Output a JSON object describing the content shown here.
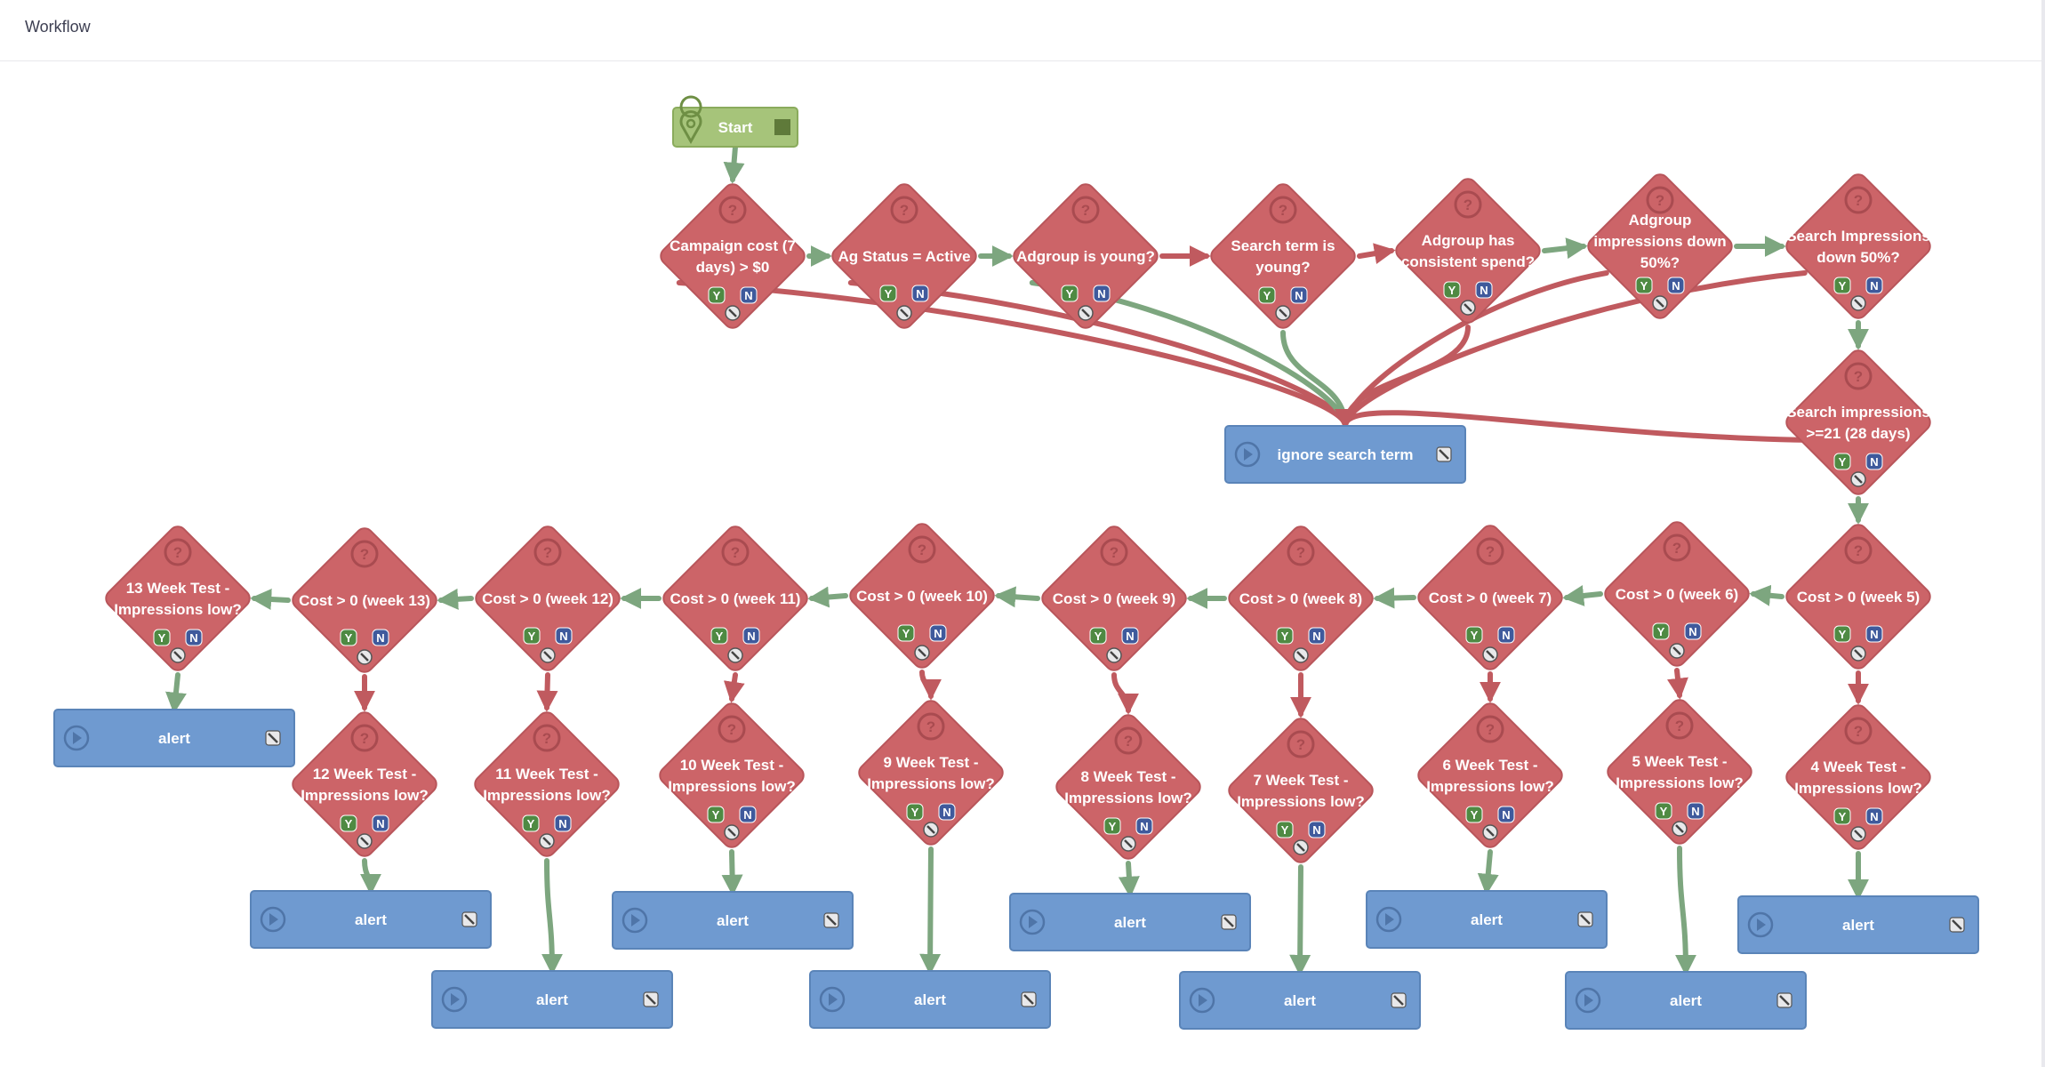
{
  "header": {
    "title": "Workflow"
  },
  "colors": {
    "decision": "#cc6468",
    "decision_stroke": "#b8555a",
    "action": "#6f9ad0",
    "action_stroke": "#5a84b8",
    "start": "#a6c47a",
    "start_stroke": "#8aab5c",
    "edge_yes": "#7da67f",
    "edge_no": "#c05a5f",
    "badge_yes": "#4f8a43",
    "badge_no": "#3f5a9c"
  },
  "badges": {
    "yes": "Y",
    "no": "N",
    "help": "?"
  },
  "start": {
    "label": "Start"
  },
  "decisions": [
    {
      "id": "d1",
      "lines": [
        "Campaign cost (7",
        "days) > $0"
      ]
    },
    {
      "id": "d2",
      "lines": [
        "Ag Status = Active"
      ]
    },
    {
      "id": "d3",
      "lines": [
        "Adgroup is young?"
      ]
    },
    {
      "id": "d4",
      "lines": [
        "Search term is",
        "young?"
      ]
    },
    {
      "id": "d5",
      "lines": [
        "Adgroup has",
        "consistent spend?"
      ]
    },
    {
      "id": "d6",
      "lines": [
        "Adgroup",
        "impressions down",
        "50%?"
      ]
    },
    {
      "id": "d7",
      "lines": [
        "Search Impressions",
        "down 50%?"
      ]
    },
    {
      "id": "d8",
      "lines": [
        "Search impressions",
        ">=21 (28 days)"
      ]
    },
    {
      "id": "c5",
      "lines": [
        "Cost > 0 (week 5)"
      ]
    },
    {
      "id": "c6",
      "lines": [
        "Cost > 0 (week 6)"
      ]
    },
    {
      "id": "c7",
      "lines": [
        "Cost > 0 (week 7)"
      ]
    },
    {
      "id": "c8",
      "lines": [
        "Cost > 0 (week 8)"
      ]
    },
    {
      "id": "c9",
      "lines": [
        "Cost > 0 (week 9)"
      ]
    },
    {
      "id": "c10",
      "lines": [
        "Cost > 0 (week 10)"
      ]
    },
    {
      "id": "c11",
      "lines": [
        "Cost > 0 (week 11)"
      ]
    },
    {
      "id": "c12",
      "lines": [
        "Cost > 0 (week 12)"
      ]
    },
    {
      "id": "c13",
      "lines": [
        "Cost > 0 (week 13)"
      ]
    },
    {
      "id": "t13",
      "lines": [
        "13 Week Test -",
        "Impressions low?"
      ]
    },
    {
      "id": "t4",
      "lines": [
        "4 Week Test -",
        "Impressions low?"
      ]
    },
    {
      "id": "t5",
      "lines": [
        "5 Week Test -",
        "Impressions low?"
      ]
    },
    {
      "id": "t6",
      "lines": [
        "6 Week Test -",
        "Impressions low?"
      ]
    },
    {
      "id": "t7",
      "lines": [
        "7 Week Test -",
        "Impressions low?"
      ]
    },
    {
      "id": "t8",
      "lines": [
        "8 Week Test -",
        "Impressions low?"
      ]
    },
    {
      "id": "t9",
      "lines": [
        "9 Week Test -",
        "Impressions low?"
      ]
    },
    {
      "id": "t10",
      "lines": [
        "10 Week Test -",
        "Impressions low?"
      ]
    },
    {
      "id": "t11",
      "lines": [
        "11 Week Test -",
        "Impressions low?"
      ]
    },
    {
      "id": "t12",
      "lines": [
        "12 Week Test -",
        "Impressions low?"
      ]
    }
  ],
  "actions": [
    {
      "id": "ignore",
      "label": "ignore search term"
    },
    {
      "id": "a13",
      "label": "alert"
    },
    {
      "id": "a12",
      "label": "alert"
    },
    {
      "id": "a11",
      "label": "alert"
    },
    {
      "id": "a10",
      "label": "alert"
    },
    {
      "id": "a9",
      "label": "alert"
    },
    {
      "id": "a8",
      "label": "alert"
    },
    {
      "id": "a7",
      "label": "alert"
    },
    {
      "id": "a6",
      "label": "alert"
    },
    {
      "id": "a5",
      "label": "alert"
    },
    {
      "id": "a4",
      "label": "alert"
    }
  ],
  "edges": [
    {
      "from": "start",
      "to": "d1",
      "kind": "yes"
    },
    {
      "from": "d1",
      "to": "d2",
      "kind": "yes"
    },
    {
      "from": "d2",
      "to": "d3",
      "kind": "yes"
    },
    {
      "from": "d3",
      "to": "d4",
      "kind": "no"
    },
    {
      "from": "d4",
      "to": "d5",
      "kind": "no"
    },
    {
      "from": "d5",
      "to": "d6",
      "kind": "yes"
    },
    {
      "from": "d6",
      "to": "d7",
      "kind": "yes"
    },
    {
      "from": "d7",
      "to": "d8",
      "kind": "yes"
    },
    {
      "from": "d8",
      "to": "c5",
      "kind": "yes"
    },
    {
      "from": "d1",
      "to": "ignore",
      "kind": "no"
    },
    {
      "from": "d2",
      "to": "ignore",
      "kind": "no"
    },
    {
      "from": "d3",
      "to": "ignore",
      "kind": "yes"
    },
    {
      "from": "d4",
      "to": "ignore",
      "kind": "yes"
    },
    {
      "from": "d5",
      "to": "ignore",
      "kind": "no"
    },
    {
      "from": "d6",
      "to": "ignore",
      "kind": "no"
    },
    {
      "from": "d7",
      "to": "ignore",
      "kind": "no"
    },
    {
      "from": "d8",
      "to": "ignore",
      "kind": "no"
    },
    {
      "from": "c5",
      "to": "c6",
      "kind": "yes"
    },
    {
      "from": "c6",
      "to": "c7",
      "kind": "yes"
    },
    {
      "from": "c7",
      "to": "c8",
      "kind": "yes"
    },
    {
      "from": "c8",
      "to": "c9",
      "kind": "yes"
    },
    {
      "from": "c9",
      "to": "c10",
      "kind": "yes"
    },
    {
      "from": "c10",
      "to": "c11",
      "kind": "yes"
    },
    {
      "from": "c11",
      "to": "c12",
      "kind": "yes"
    },
    {
      "from": "c12",
      "to": "c13",
      "kind": "yes"
    },
    {
      "from": "c13",
      "to": "t13",
      "kind": "yes"
    },
    {
      "from": "t13",
      "to": "a13",
      "kind": "yes"
    },
    {
      "from": "c5",
      "to": "t4",
      "kind": "no"
    },
    {
      "from": "c6",
      "to": "t5",
      "kind": "no"
    },
    {
      "from": "c7",
      "to": "t6",
      "kind": "no"
    },
    {
      "from": "c8",
      "to": "t7",
      "kind": "no"
    },
    {
      "from": "c9",
      "to": "t8",
      "kind": "no"
    },
    {
      "from": "c10",
      "to": "t9",
      "kind": "no"
    },
    {
      "from": "c11",
      "to": "t10",
      "kind": "no"
    },
    {
      "from": "c12",
      "to": "t11",
      "kind": "no"
    },
    {
      "from": "c13",
      "to": "t12",
      "kind": "no"
    },
    {
      "from": "t4",
      "to": "a4",
      "kind": "yes"
    },
    {
      "from": "t5",
      "to": "a5",
      "kind": "yes"
    },
    {
      "from": "t6",
      "to": "a6",
      "kind": "yes"
    },
    {
      "from": "t7",
      "to": "a7",
      "kind": "yes"
    },
    {
      "from": "t8",
      "to": "a8",
      "kind": "yes"
    },
    {
      "from": "t9",
      "to": "a9",
      "kind": "yes"
    },
    {
      "from": "t10",
      "to": "a10",
      "kind": "yes"
    },
    {
      "from": "t11",
      "to": "a11",
      "kind": "yes"
    },
    {
      "from": "t12",
      "to": "a12",
      "kind": "yes"
    }
  ]
}
